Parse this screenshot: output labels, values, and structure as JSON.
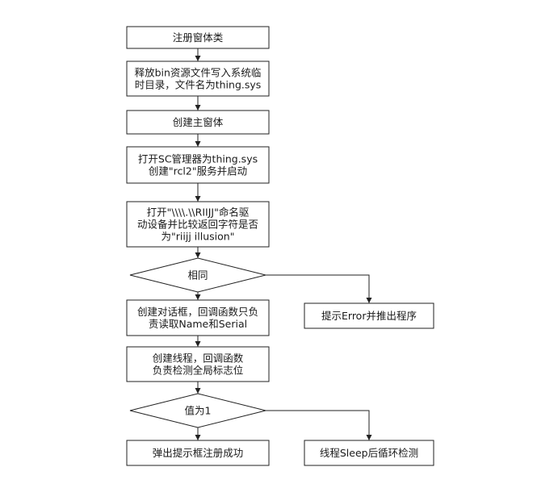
{
  "flowchart": {
    "nodes": [
      {
        "id": "register",
        "shape": "process",
        "lines": [
          "注册窗体类"
        ]
      },
      {
        "id": "release",
        "shape": "process",
        "lines": [
          "释放bin资源文件写入系统临",
          "时目录，文件名为thing.sys"
        ]
      },
      {
        "id": "create-main",
        "shape": "process",
        "lines": [
          "创建主窗体"
        ]
      },
      {
        "id": "open-sc",
        "shape": "process",
        "lines": [
          "打开SC管理器为thing.sys",
          "创建\"rcl2\"服务并启动"
        ]
      },
      {
        "id": "open-driver",
        "shape": "process",
        "lines": [
          "打开\"\\\\\\\\.\\\\RIIJJ\"命名驱",
          "动设备并比较返回字符是否",
          "为\"riijj illusion\""
        ]
      },
      {
        "id": "same",
        "shape": "decision",
        "lines": [
          "相同"
        ]
      },
      {
        "id": "create-dialog",
        "shape": "process",
        "lines": [
          "创建对话框，回调函数只负",
          "责读取Name和Serial"
        ]
      },
      {
        "id": "error-exit",
        "shape": "process",
        "lines": [
          "提示Error并推出程序"
        ]
      },
      {
        "id": "create-thread",
        "shape": "process",
        "lines": [
          "创建线程，回调函数",
          "负责检测全局标志位"
        ]
      },
      {
        "id": "value-one",
        "shape": "decision",
        "lines": [
          "值为1"
        ]
      },
      {
        "id": "success",
        "shape": "process",
        "lines": [
          "弹出提示框注册成功"
        ]
      },
      {
        "id": "sleep-loop",
        "shape": "process",
        "lines": [
          "线程Sleep后循环检测"
        ]
      }
    ],
    "edges": [
      {
        "from": "register",
        "to": "release"
      },
      {
        "from": "release",
        "to": "create-main"
      },
      {
        "from": "create-main",
        "to": "open-sc"
      },
      {
        "from": "open-sc",
        "to": "open-driver"
      },
      {
        "from": "open-driver",
        "to": "same"
      },
      {
        "from": "same",
        "to": "create-dialog"
      },
      {
        "from": "same",
        "to": "error-exit"
      },
      {
        "from": "create-dialog",
        "to": "create-thread"
      },
      {
        "from": "create-thread",
        "to": "value-one"
      },
      {
        "from": "value-one",
        "to": "success"
      },
      {
        "from": "value-one",
        "to": "sleep-loop"
      }
    ]
  }
}
